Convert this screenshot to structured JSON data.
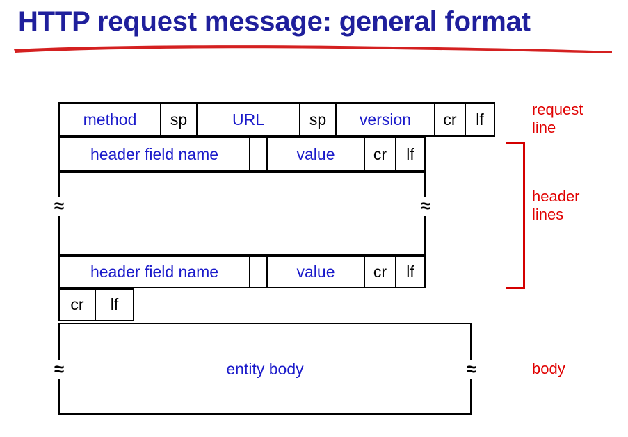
{
  "slide": {
    "title": "HTTP request message: general format",
    "title_color": "#1f1f9c",
    "underline_color": "#d42020"
  },
  "diagram": {
    "type": "http-request-message-format",
    "request_line": {
      "cells": [
        {
          "label": "method",
          "color": "blue"
        },
        {
          "label": "sp",
          "color": "black"
        },
        {
          "label": "URL",
          "color": "blue"
        },
        {
          "label": "sp",
          "color": "black"
        },
        {
          "label": "version",
          "color": "blue"
        },
        {
          "label": "cr",
          "color": "black"
        },
        {
          "label": "lf",
          "color": "black"
        }
      ]
    },
    "header_line_1": {
      "cells": [
        {
          "label": "header field name",
          "color": "blue"
        },
        {
          "label": "",
          "color": "black"
        },
        {
          "label": "value",
          "color": "blue"
        },
        {
          "label": "cr",
          "color": "black"
        },
        {
          "label": "lf",
          "color": "black"
        }
      ]
    },
    "header_line_2": {
      "cells": [
        {
          "label": "header field name",
          "color": "blue"
        },
        {
          "label": "",
          "color": "black"
        },
        {
          "label": "value",
          "color": "blue"
        },
        {
          "label": "cr",
          "color": "black"
        },
        {
          "label": "lf",
          "color": "black"
        }
      ]
    },
    "blank_line": {
      "cells": [
        {
          "label": "cr",
          "color": "black"
        },
        {
          "label": "lf",
          "color": "black"
        }
      ]
    },
    "body_box": {
      "label": "entity body",
      "color": "blue"
    },
    "continuation_glyph": "≈",
    "annotations": [
      {
        "text": "request\nline",
        "color": "#e00000"
      },
      {
        "text": "header\nlines",
        "color": "#e00000"
      },
      {
        "text": "body",
        "color": "#e00000"
      }
    ]
  }
}
